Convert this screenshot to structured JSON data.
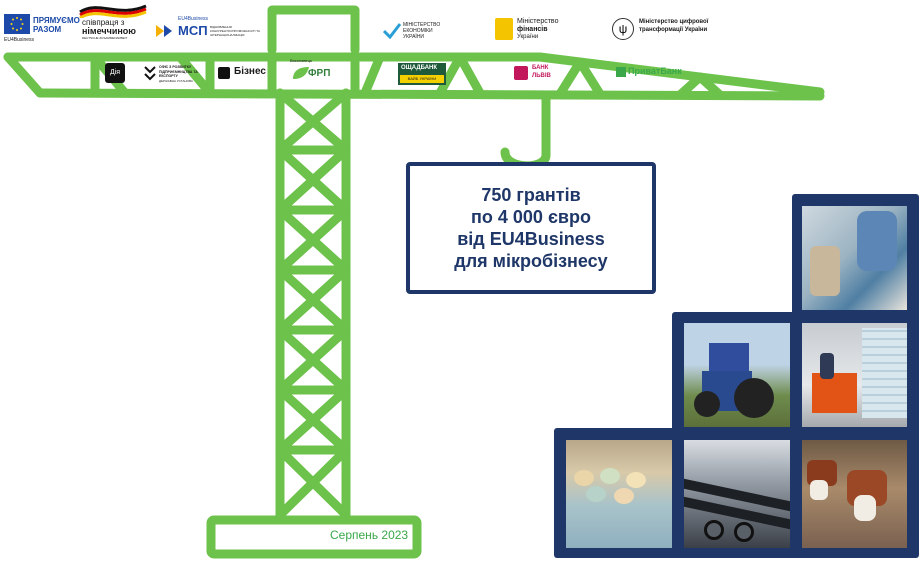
{
  "top_logos": {
    "eu_label": "ПРЯМУЄМО РАЗОМ",
    "eu_sub": "EU4Business",
    "germany_line1": "співпраця з",
    "germany_line2": "німеччиною",
    "germany_line3": "DEUTSCHE ZUSAMMENARBEIT",
    "msp_small": "EU4Business",
    "msp_big": "МСП",
    "msp_desc": "ВІДНОВЛЕННЯ КОНКУРЕНТОСПРОМОЖНОСТІ ТА ІНТЕРНАЦІОНАЛІЗАЦІЯ",
    "economy": "МІНІСТЕРСТВО ЕКОНОМІКИ УКРАЇНИ",
    "finance_line1": "Міністерство",
    "finance_line2": "фінансів",
    "finance_line3": "України",
    "digital": "Міністерство цифрової трансформації України"
  },
  "jib_logos": {
    "diia": "Дія",
    "office": "ОФІС З РОЗВИТКУ ПІДПРИЄМНИЦТВА ТА ЕКСПОРТУ",
    "office_sub": "ДЕРЖАВНА УСТАНОВА",
    "biznes": "Бізнес",
    "frp_top": "Виконавець",
    "frp": "ФРП",
    "oschad": "ОЩАДБАНК",
    "oschad_sub": "ВАЙБ УКРАЇНИ",
    "lviv_line1": "БАНК",
    "lviv_line2": "ЛЬВІВ",
    "privat": "ПриватБанк"
  },
  "sign": {
    "line1": "750 грантів",
    "line2": "по 4 000 євро",
    "line3": "від EU4Business",
    "line4": "для мікробізнесу"
  },
  "date": "Серпень 2023",
  "colors": {
    "crane": "#6cc24a",
    "navy": "#1f3768"
  }
}
